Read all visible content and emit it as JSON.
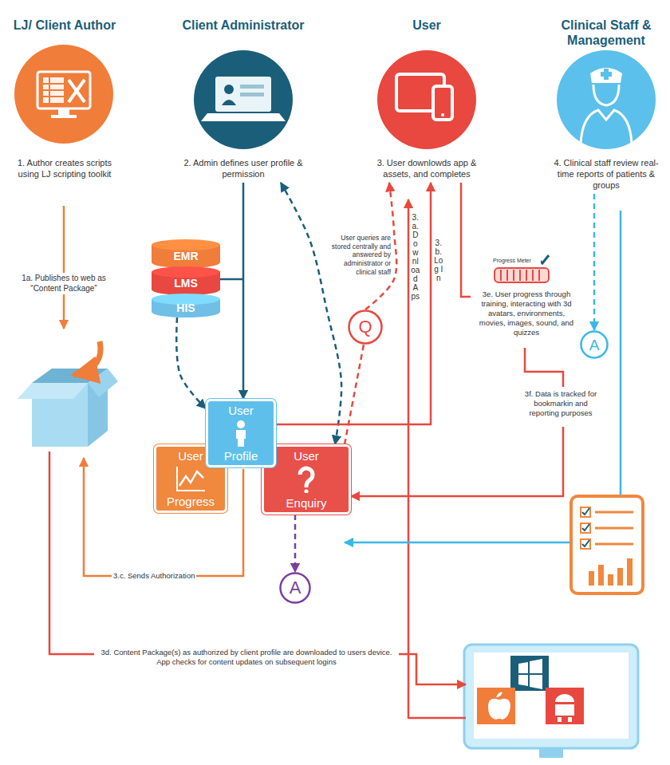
{
  "diagram": {
    "nodes": [
      {
        "text": [
          "LJ/ Client Author",
          "1. Author creates scripts using LJ scripting toolkit"
        ]
      },
      {
        "text": [
          "Client Administrator",
          "2. Admin defines user profile & permission"
        ]
      },
      {
        "text": [
          "User",
          "3. User downlowds app & assets, and completes"
        ]
      },
      {
        "text": [
          "Clinical Staff & Management",
          "4. Clinical staff review real-time reports of patients & groups"
        ]
      },
      {
        "text": [
          "EMR"
        ]
      },
      {
        "text": [
          "LMS"
        ]
      },
      {
        "text": [
          "HIS"
        ]
      },
      {
        "text": [
          "Q"
        ]
      },
      {
        "text": [
          "A"
        ]
      },
      {
        "text": [
          "User",
          "Profile"
        ]
      },
      {
        "text": [
          "User",
          "Progress"
        ]
      },
      {
        "text": [
          "User",
          "Enquiry"
        ]
      },
      {
        "text": [
          "A"
        ]
      }
    ],
    "edges": [
      {
        "from": 1,
        "to": 9,
        "arrow": "to"
      },
      {
        "from": 6,
        "to": 9,
        "arrow": "to"
      },
      {
        "from": 11,
        "to": 1,
        "arrow": "both"
      },
      {
        "from": 11,
        "to": 7,
        "arrow": "none"
      },
      {
        "from": 7,
        "to": 2,
        "arrow": "to"
      },
      {
        "from": 9,
        "to": 2,
        "label": "3.b. Log In",
        "arrow": "to"
      },
      {
        "from": 2,
        "to": 11,
        "arrow": "to"
      },
      {
        "from": 3,
        "to": 8,
        "arrow": "to"
      },
      {
        "from": 11,
        "to": 12,
        "arrow": "to"
      }
    ],
    "labels": [
      "1a. Publishes to web as “Content Package”",
      "User queries are stored centrally and answered by administrator or clinical staff",
      "3.a. Download Aps",
      "Progress Meter",
      "3e. User progress through training, interacting with 3d avatars, environments, movies, images, sound, and quizzes",
      "3f. Data is tracked for bookmarkin and reporting purposes",
      "3.c. Sends Authorization",
      "3d. Content Package(s) as authorized by client profile are downloaded to users device. App checks for content updates on subsequent logins"
    ]
  }
}
